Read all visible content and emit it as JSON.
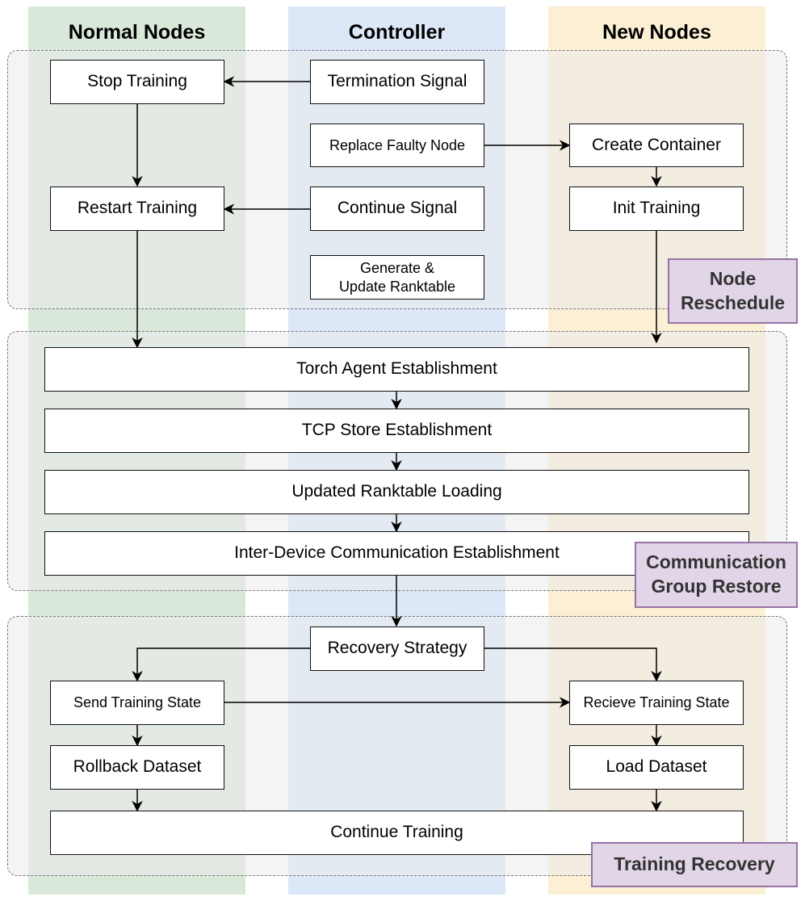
{
  "lanes": [
    {
      "id": "normal",
      "title": "Normal Nodes",
      "color": "#dae8da"
    },
    {
      "id": "controller",
      "title": "Controller",
      "color": "#dce8f8"
    },
    {
      "id": "new",
      "title": "New Nodes",
      "color": "#fcf0d4"
    }
  ],
  "groups": {
    "node_reschedule": "Node\nReschedule",
    "comm_restore": "Communication\nGroup Restore",
    "training_recovery": "Training Recovery"
  },
  "nodes": {
    "stop_training": "Stop Training",
    "termination_signal": "Termination Signal",
    "replace_faulty_node": "Replace Faulty Node",
    "create_container": "Create Container",
    "restart_training": "Restart Training",
    "continue_signal": "Continue Signal",
    "init_training": "Init Training",
    "generate_update_ranktable": "Generate & Update Ranktable",
    "torch_agent": "Torch Agent Establishment",
    "tcp_store": "TCP Store Establishment",
    "ranktable_loading": "Updated Ranktable Loading",
    "inter_device_comm": "Inter-Device Communication Establishment",
    "recovery_strategy": "Recovery Strategy",
    "send_training_state": "Send Training State",
    "receive_training_state": "Recieve Training State",
    "rollback_dataset": "Rollback Dataset",
    "load_dataset": "Load Dataset",
    "continue_training": "Continue Training"
  },
  "edges": [
    {
      "from": "termination_signal",
      "to": "stop_training"
    },
    {
      "from": "stop_training",
      "to": "restart_training"
    },
    {
      "from": "replace_faulty_node",
      "to": "create_container"
    },
    {
      "from": "create_container",
      "to": "init_training"
    },
    {
      "from": "continue_signal",
      "to": "restart_training"
    },
    {
      "from": "restart_training",
      "to": "torch_agent"
    },
    {
      "from": "init_training",
      "to": "torch_agent"
    },
    {
      "from": "torch_agent",
      "to": "tcp_store"
    },
    {
      "from": "tcp_store",
      "to": "ranktable_loading"
    },
    {
      "from": "ranktable_loading",
      "to": "inter_device_comm"
    },
    {
      "from": "inter_device_comm",
      "to": "recovery_strategy"
    },
    {
      "from": "recovery_strategy",
      "to": "send_training_state"
    },
    {
      "from": "recovery_strategy",
      "to": "receive_training_state"
    },
    {
      "from": "send_training_state",
      "to": "receive_training_state"
    },
    {
      "from": "send_training_state",
      "to": "rollback_dataset"
    },
    {
      "from": "receive_training_state",
      "to": "load_dataset"
    },
    {
      "from": "rollback_dataset",
      "to": "continue_training"
    },
    {
      "from": "load_dataset",
      "to": "continue_training"
    }
  ]
}
